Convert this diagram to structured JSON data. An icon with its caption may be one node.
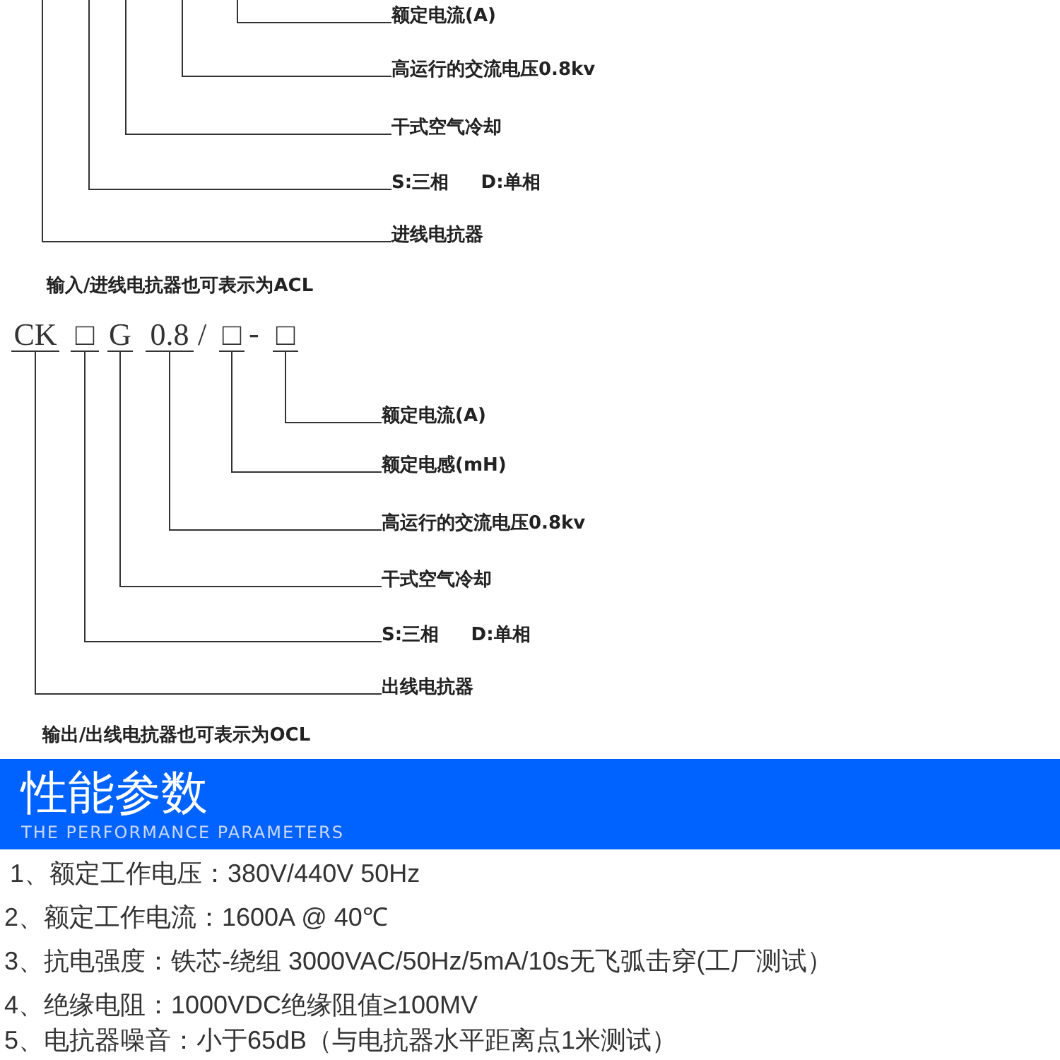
{
  "diagram": {
    "nodes": [
      {
        "text": [
          "额定电流(A)"
        ]
      },
      {
        "text": [
          "高运行的交流电压0.8kv"
        ]
      },
      {
        "text": [
          "干式空气冷却"
        ]
      },
      {
        "text": [
          "S:三相 D:单相"
        ]
      },
      {
        "text": [
          "进线电抗器"
        ]
      },
      {
        "text": [
          "CK"
        ]
      },
      {
        "text": [
          "□"
        ]
      },
      {
        "text": [
          "G"
        ]
      },
      {
        "text": [
          "0.8"
        ]
      },
      {
        "text": [
          "□"
        ]
      },
      {
        "text": [
          "□"
        ]
      },
      {
        "text": [
          "额定电流(A)"
        ]
      },
      {
        "text": [
          "额定电感(mH)"
        ]
      },
      {
        "text": [
          "高运行的交流电压0.8kv"
        ]
      },
      {
        "text": [
          "干式空气冷却"
        ]
      },
      {
        "text": [
          "S:三相 D:单相"
        ]
      },
      {
        "text": [
          "出线电抗器"
        ]
      }
    ],
    "edges": [
      {
        "from": null,
        "to": 0,
        "arrow": "none"
      },
      {
        "from": null,
        "to": 1,
        "arrow": "none"
      },
      {
        "from": null,
        "to": 2,
        "arrow": "none"
      },
      {
        "from": null,
        "to": 3,
        "arrow": "none"
      },
      {
        "from": null,
        "to": 4,
        "arrow": "none"
      },
      {
        "from": 10,
        "to": 11,
        "arrow": "none"
      },
      {
        "from": 9,
        "to": 12,
        "arrow": "none"
      },
      {
        "from": 8,
        "to": 13,
        "arrow": "none"
      },
      {
        "from": 7,
        "to": 14,
        "arrow": "none"
      },
      {
        "from": 6,
        "to": 15,
        "arrow": "none"
      },
      {
        "from": 5,
        "to": 16,
        "arrow": "none"
      }
    ],
    "labels": [
      "输入/进线电抗器也可表示为ACL",
      "/",
      "-",
      "输出/出线电抗器也可表示为OCL",
      "性能参数",
      "THE PERFORMANCE PARAMETERS",
      "1、额定工作电压：380V/440V 50Hz",
      "2、额定工作电流：1600A @ 40℃",
      "3、抗电强度：铁芯-绕组 3000VAC/50Hz/5mA/10s无飞弧击穿(工厂测试）",
      "4、绝缘电阻：1000VDC绝缘阻值≥100MV",
      "5、电抗器噪音：小于65dB（与电抗器水平距离点1米测试）"
    ]
  }
}
